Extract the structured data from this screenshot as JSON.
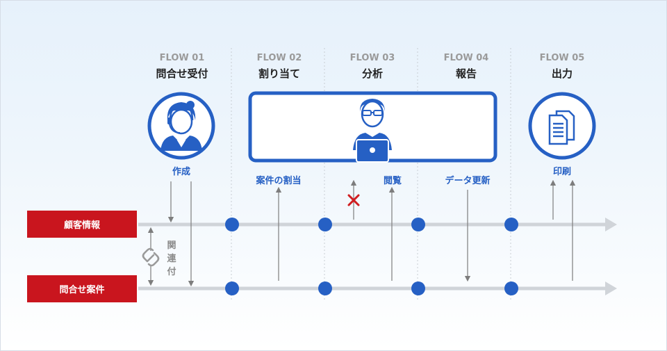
{
  "flows": [
    {
      "label": "FLOW 01",
      "title": "問合せ受付"
    },
    {
      "label": "FLOW 02",
      "title": "割り当て"
    },
    {
      "label": "FLOW 03",
      "title": "分析"
    },
    {
      "label": "FLOW 04",
      "title": "報告"
    },
    {
      "label": "FLOW 05",
      "title": "出力"
    }
  ],
  "actions": {
    "create": "作成",
    "assign": "案件の割当",
    "view": "閲覧",
    "update": "データ更新",
    "print": "印刷"
  },
  "rows": {
    "customer": "顧客情報",
    "inquiry": "問合せ案件"
  },
  "relation": [
    "関",
    "連",
    "付"
  ],
  "colors": {
    "accent": "#2660c4",
    "row_label_bg": "#c9151e",
    "timeline": "#d0d4d9",
    "cross": "#d01d20"
  },
  "icons": [
    "operator-headset-icon",
    "analyst-laptop-icon",
    "documents-icon",
    "link-icon",
    "cross-icon"
  ]
}
